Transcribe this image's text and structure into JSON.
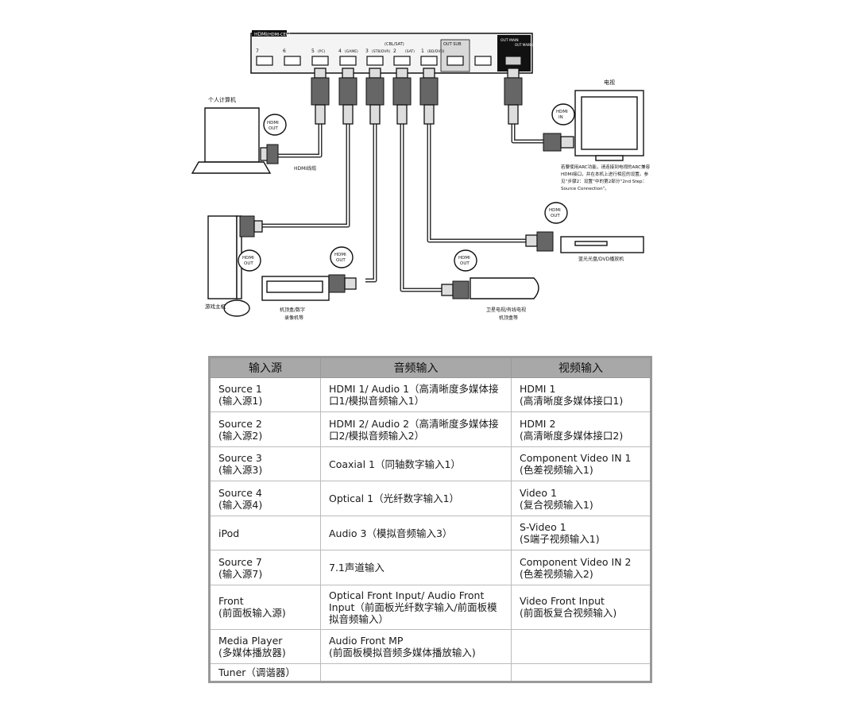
{
  "diagram": {
    "panel_title": "HDMI",
    "panel_subtitle": "(HDMI-CEC)",
    "port_labels": [
      "7",
      "6",
      "5",
      "(PC)",
      "4",
      "(GAME)",
      "3",
      "(STB/DVR)",
      "2",
      "(SAT)",
      "1",
      "(BD/DVD)"
    ],
    "top_small_labels": [
      "(CBL/SAT)",
      "OUT SUB",
      "OUT MAIN",
      "OUT MAIN (ARC)"
    ],
    "hdmi_out": "HDMI",
    "hdmi_out2": "OUT",
    "hdmi_in": "HDMI",
    "hdmi_in2": "IN",
    "devices": {
      "pc": "个人计算机",
      "cable": "HDMI线缆",
      "tv": "电视",
      "game": "游戏主机",
      "stb": "机顶盒/数字",
      "stb2": "录像机等",
      "sat": "卫星电视/有线电视",
      "sat2": "机顶盒等",
      "bd": "蓝光光盘/DVD播放机"
    },
    "tv_note": [
      "若要使用ARC功能，请连接到电视的ARC兼容",
      "HDMI接口，并在本机上进行相应的设置。参",
      "见“步骤2：设置”中的第2部分“2nd Step：",
      "Source Connection”。"
    ]
  },
  "table": {
    "headers": [
      "输入源",
      "音频输入",
      "视频输入"
    ],
    "rows": [
      {
        "src": [
          "Source 1",
          "(输入源1)"
        ],
        "audio": [
          "HDMI 1/ Audio 1（高清晰度多媒体接",
          "口1/模拟音频输入1）"
        ],
        "video": [
          "HDMI 1",
          "(高清晰度多媒体接口1)"
        ]
      },
      {
        "src": [
          "Source 2",
          "(输入源2)"
        ],
        "audio": [
          "HDMI 2/ Audio 2（高清晰度多媒体接",
          "口2/模拟音频输入2）"
        ],
        "video": [
          "HDMI 2",
          "(高清晰度多媒体接口2)"
        ]
      },
      {
        "src": [
          "Source 3",
          "(输入源3)"
        ],
        "audio": [
          "Coaxial 1（同轴数字输入1）",
          ""
        ],
        "video": [
          "Component Video IN 1",
          "(色差视频输入1)"
        ]
      },
      {
        "src": [
          "Source 4",
          "(输入源4)"
        ],
        "audio": [
          "Optical 1（光纤数字输入1）",
          ""
        ],
        "video": [
          "Video 1",
          "(复合视频输入1)"
        ]
      },
      {
        "src": [
          "iPod",
          ""
        ],
        "audio": [
          "Audio 3（模拟音频输入3）",
          ""
        ],
        "video": [
          "S-Video 1",
          "(S端子视频输入1)"
        ]
      },
      {
        "src": [
          "Source 7",
          "(输入源7)"
        ],
        "audio": [
          "7.1声道输入",
          ""
        ],
        "video": [
          "Component Video IN 2",
          "(色差视频输入2)"
        ]
      },
      {
        "src": [
          "Front",
          "(前面板输入源)"
        ],
        "audio": [
          "Optical Front Input/ Audio Front",
          "Input（前面板光纤数字输入/前面板模",
          "拟音频输入）"
        ],
        "video": [
          "Video Front Input",
          "(前面板复合视频输入)"
        ]
      },
      {
        "src": [
          "Media Player",
          "(多媒体播放器)"
        ],
        "audio": [
          "Audio Front MP",
          "(前面板模拟音频多媒体播放输入)"
        ],
        "video": [
          "",
          ""
        ]
      },
      {
        "src": [
          "Tuner（调谐器）",
          ""
        ],
        "audio": [
          "",
          ""
        ],
        "video": [
          "",
          ""
        ]
      }
    ]
  }
}
